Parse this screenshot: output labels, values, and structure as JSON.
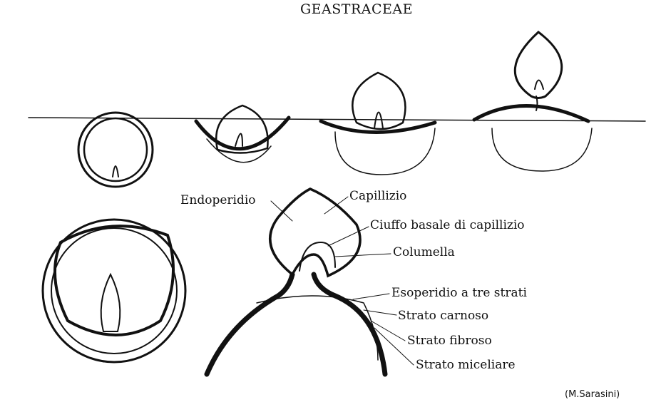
{
  "title": "GEASTRACEAE",
  "labels": {
    "endoperidio": "Endoperidio",
    "capillizio": "Capillizio",
    "ciuffo": "Ciuffo basale di capillizio",
    "columella": "Columella",
    "esoperidio": "Esoperidio a tre strati",
    "carnoso": "Strato carnoso",
    "fibroso": "Strato fibroso",
    "miceliare": "Strato miceliare"
  },
  "credit": "(M.Sarasini)"
}
